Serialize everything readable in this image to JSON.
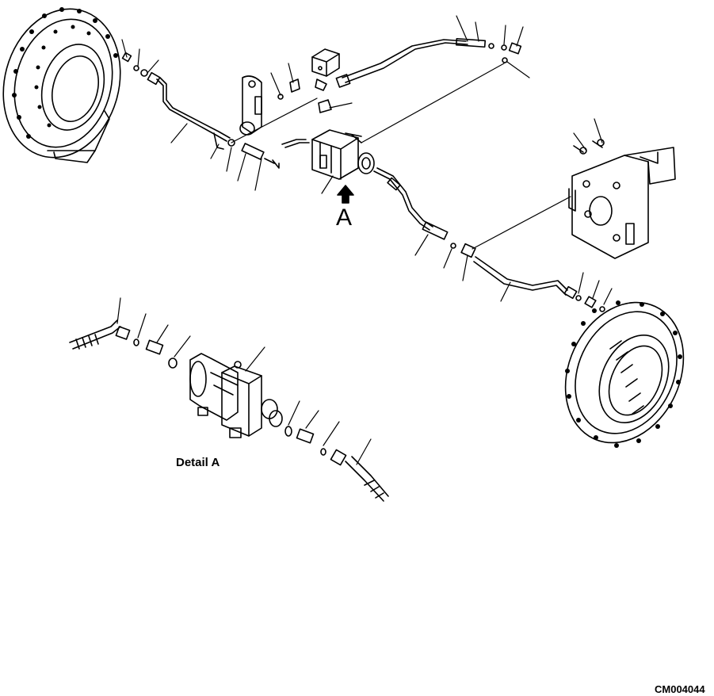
{
  "diagram": {
    "view_label": "A",
    "detail_label": "Detail A",
    "drawing_code": "CM004044"
  }
}
